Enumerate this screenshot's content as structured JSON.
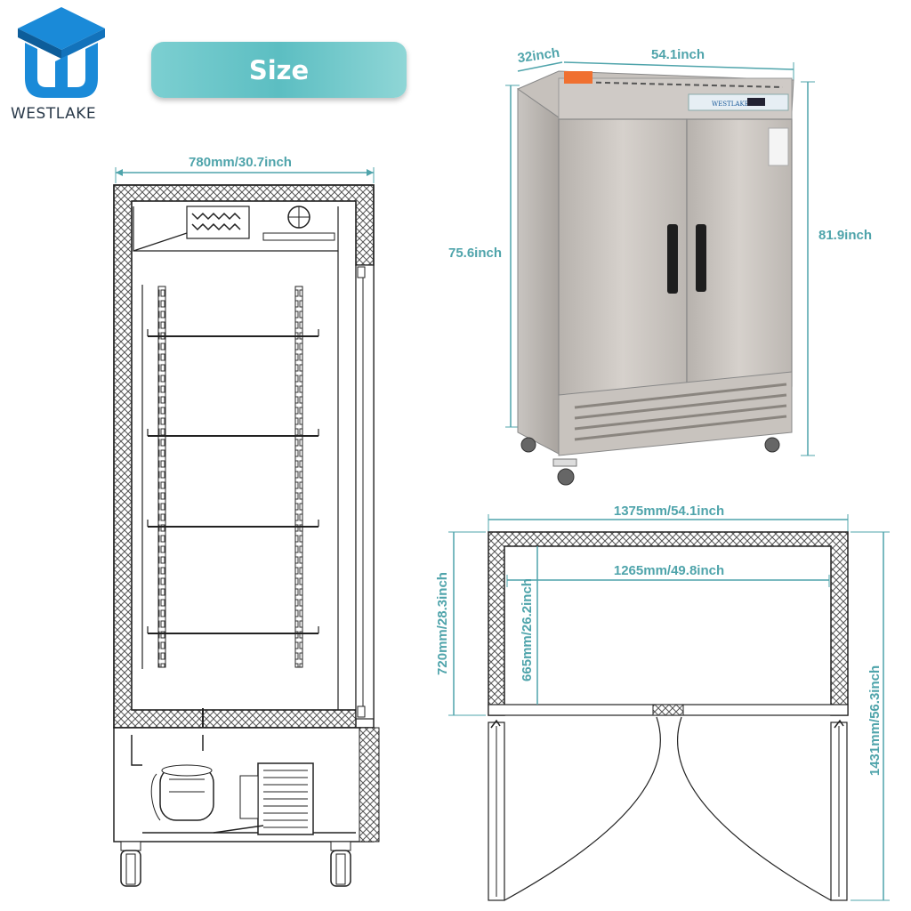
{
  "brand": {
    "name": "WESTLAKE",
    "logo": "westlake-w-logo-icon"
  },
  "header": {
    "title": "Size"
  },
  "colors": {
    "accent": "#5cbec2",
    "dimension": "#4fa4ab",
    "logo_blue": "#1a8ad8",
    "logo_dark": "#0d5d9a"
  },
  "side_view": {
    "width_label": "780mm/30.7inch"
  },
  "photo": {
    "depth_label": "32inch",
    "width_label": "54.1inch",
    "height_body_label": "75.6inch",
    "height_total_label": "81.9inch",
    "nameplate": "WESTLAKE"
  },
  "top_view": {
    "outer_width_label": "1375mm/54.1inch",
    "inner_width_label": "1265mm/49.8inch",
    "outer_depth_label": "720mm/28.3inch",
    "inner_depth_label": "665mm/26.2inch",
    "door_open_depth_label": "1431mm/56.3inch"
  }
}
